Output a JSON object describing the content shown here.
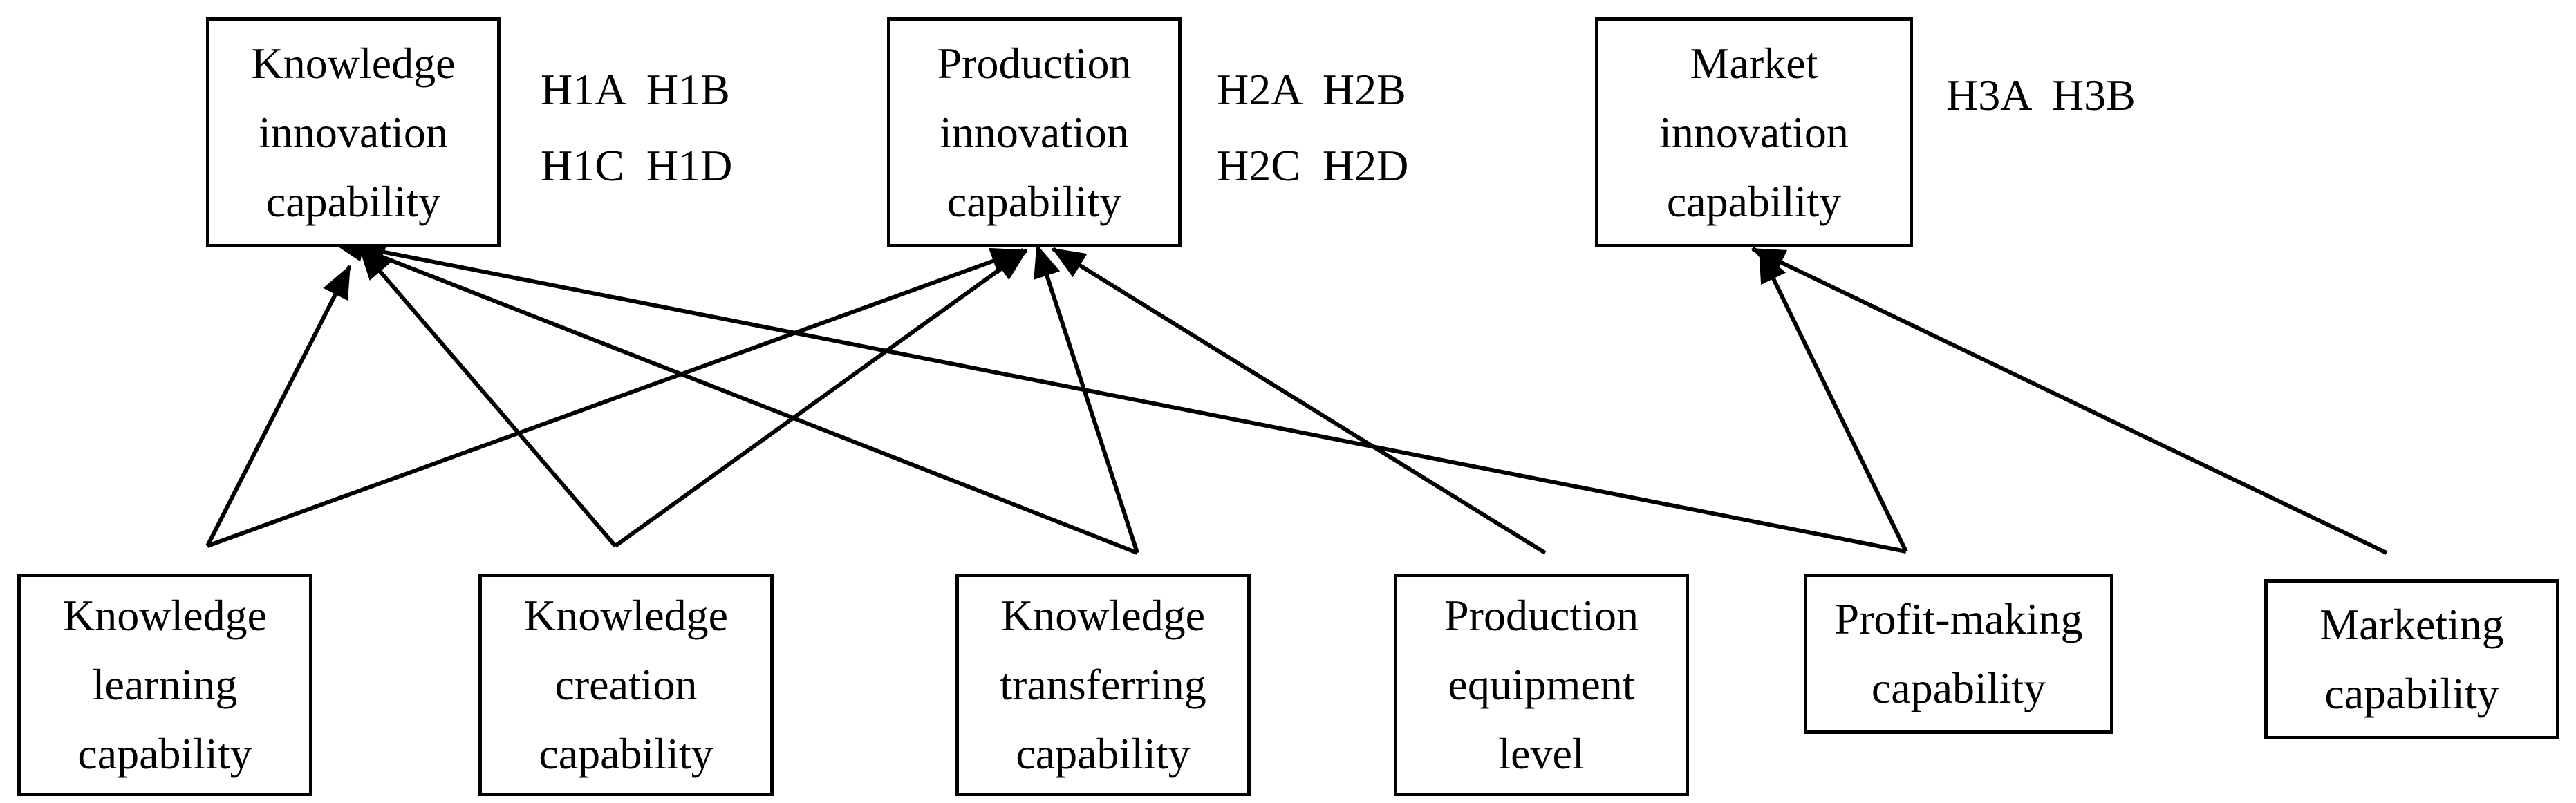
{
  "top_nodes": [
    {
      "id": "kic",
      "label": "Knowledge\ninnovation\ncapability",
      "hypotheses": [
        "H1A  H1B",
        "H1C  H1D"
      ]
    },
    {
      "id": "pic",
      "label": "Production\ninnovation\ncapability",
      "hypotheses": [
        "H2A  H2B",
        "H2C  H2D"
      ]
    },
    {
      "id": "mic",
      "label": "Market\ninnovation\ncapability",
      "hypotheses": [
        "H3A  H3B"
      ]
    }
  ],
  "bottom_nodes": [
    {
      "id": "klc",
      "label": "Knowledge\nlearning\ncapability"
    },
    {
      "id": "kcc",
      "label": "Knowledge\ncreation\ncapability"
    },
    {
      "id": "ktc",
      "label": "Knowledge\ntransferring\ncapability"
    },
    {
      "id": "pel",
      "label": "Production\nequipment\nlevel"
    },
    {
      "id": "pmc",
      "label": "Profit-making\ncapability"
    },
    {
      "id": "mc",
      "label": "Marketing\ncapability"
    }
  ],
  "edges": [
    {
      "from": "klc",
      "to": "kic"
    },
    {
      "from": "klc",
      "to": "pic"
    },
    {
      "from": "kcc",
      "to": "kic"
    },
    {
      "from": "kcc",
      "to": "pic"
    },
    {
      "from": "ktc",
      "to": "kic"
    },
    {
      "from": "ktc",
      "to": "pic"
    },
    {
      "from": "pel",
      "to": "pic"
    },
    {
      "from": "pmc",
      "to": "kic"
    },
    {
      "from": "pmc",
      "to": "mic"
    },
    {
      "from": "mc",
      "to": "mic"
    }
  ]
}
